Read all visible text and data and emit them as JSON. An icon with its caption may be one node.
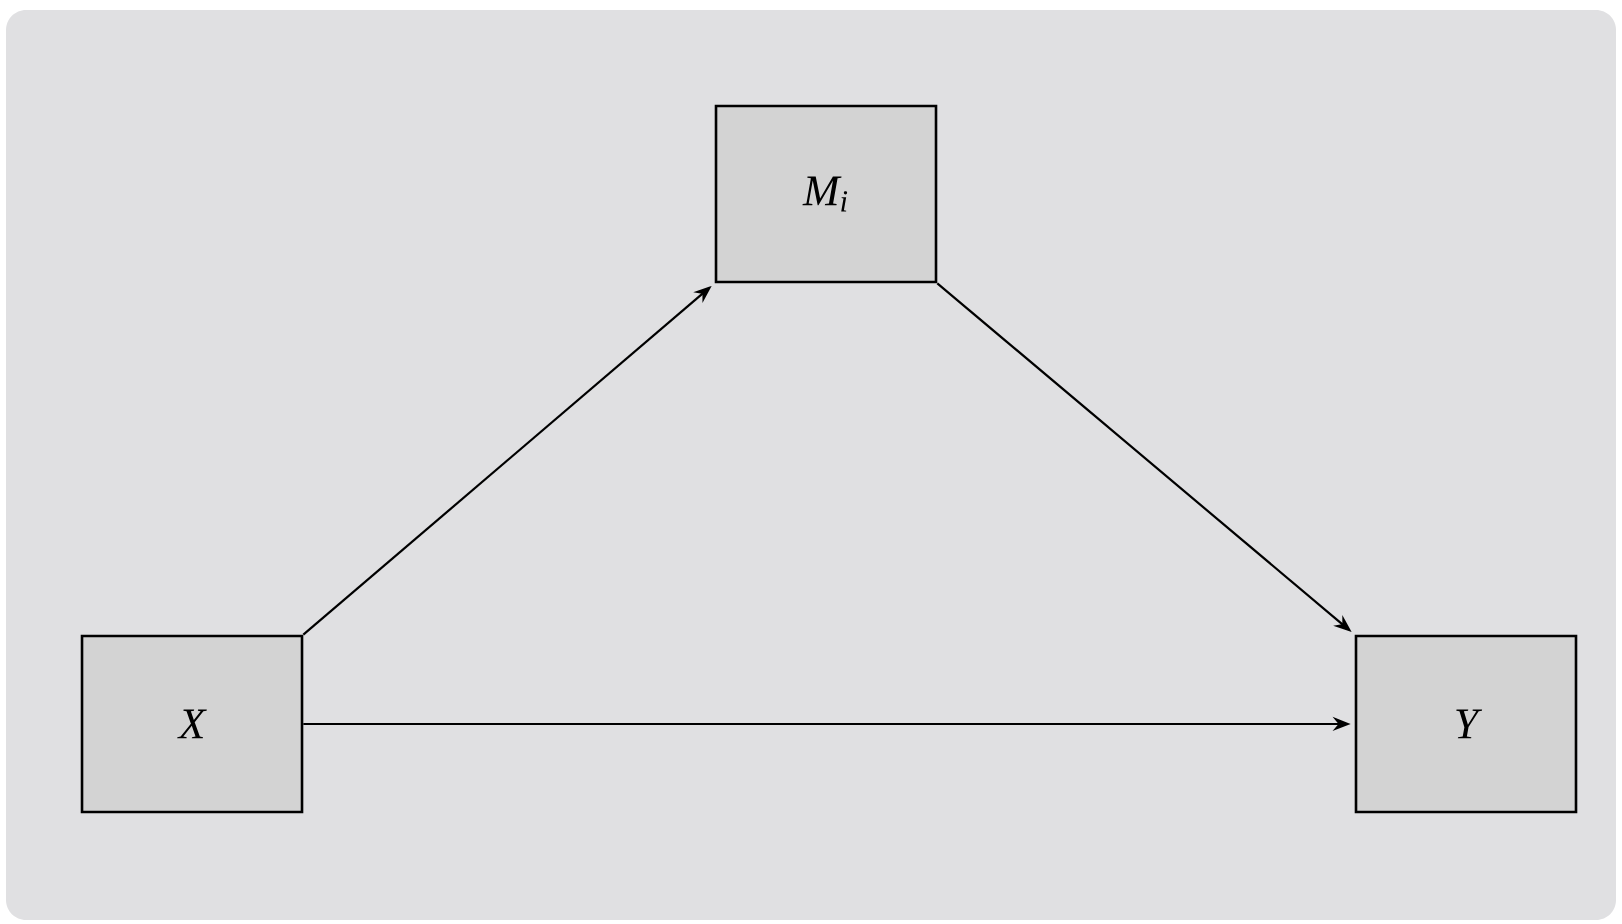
{
  "diagram": {
    "nodes": [
      {
        "text": [
          "M$_{i}$"
        ]
      },
      {
        "text": [
          "X"
        ]
      },
      {
        "text": [
          "Y"
        ]
      }
    ],
    "edges": [
      {
        "from": 1,
        "to": 0,
        "arrow": "to"
      },
      {
        "from": 0,
        "to": 2,
        "arrow": "to"
      },
      {
        "from": 1,
        "to": 2,
        "arrow": "to"
      }
    ]
  }
}
